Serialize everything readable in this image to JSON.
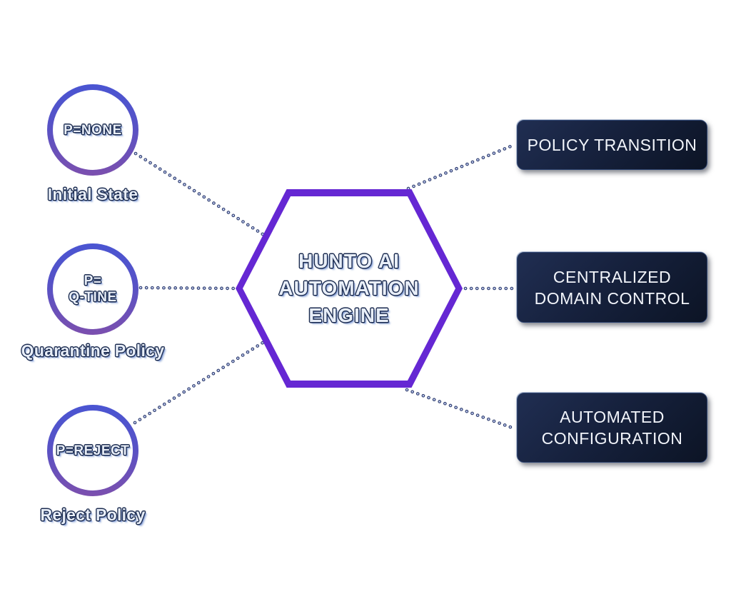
{
  "palette": {
    "background": "#ffffff",
    "hexagon_border": "#6527d3",
    "circle_border_top": "#4a55d2",
    "circle_border_bottom": "#7b4fae",
    "box_background_top": "#202e52",
    "box_background_bottom": "#0c1425",
    "box_border": "#2e4470",
    "box_text": "#f2f5fb",
    "connector_dot_dark": "#2b3a6b",
    "connector_dot_light": "#c3cdf2",
    "emboss_text_fill": "#e8eef8",
    "emboss_text_outline": "#1c2c50"
  },
  "left_nodes": [
    {
      "id": "p-none",
      "circle_line1": "P=NONE",
      "circle_line2": "",
      "label": "Initial State"
    },
    {
      "id": "p-qtine",
      "circle_line1": "P=",
      "circle_line2": "Q-TINE",
      "label": "Quarantine Policy"
    },
    {
      "id": "p-reject",
      "circle_line1": "P=REJECT",
      "circle_line2": "",
      "label": "Reject Policy"
    }
  ],
  "center_node": {
    "line1": "HUNTO AI",
    "line2": "AUTOMATION",
    "line3": "ENGINE"
  },
  "right_nodes": [
    {
      "line1": "POLICY TRANSITION",
      "line2": ""
    },
    {
      "line1": "CENTRALIZED",
      "line2": "DOMAIN CONTROL"
    },
    {
      "line1": "AUTOMATED",
      "line2": "CONFIGURATION"
    }
  ],
  "connectors": [
    {
      "from": "p-none",
      "to": "hunto-ai-engine"
    },
    {
      "from": "p-qtine",
      "to": "hunto-ai-engine"
    },
    {
      "from": "p-reject",
      "to": "hunto-ai-engine"
    },
    {
      "from": "hunto-ai-engine",
      "to": "policy-transition"
    },
    {
      "from": "hunto-ai-engine",
      "to": "centralized-domain-control"
    },
    {
      "from": "hunto-ai-engine",
      "to": "automated-configuration"
    }
  ]
}
